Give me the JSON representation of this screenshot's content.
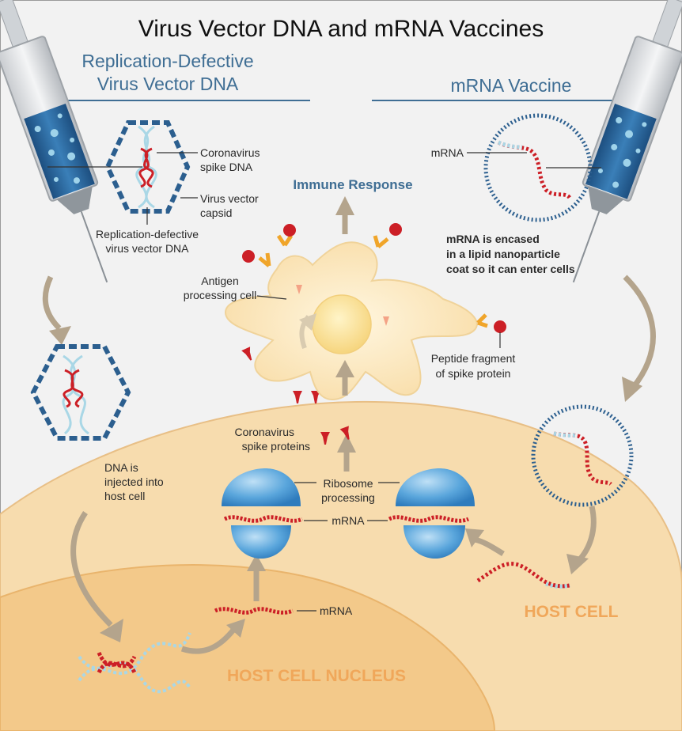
{
  "title": "Virus Vector DNA and mRNA Vaccines",
  "left_section": {
    "heading_line1": "Replication-Defective",
    "heading_line2": "Virus Vector DNA",
    "spike_dna_line1": "Coronavirus",
    "spike_dna_line2": "spike DNA",
    "capsid_line1": "Virus vector",
    "capsid_line2": "capsid",
    "vector_dna_line1": "Replication-defective",
    "vector_dna_line2": "virus vector DNA",
    "injected_line1": "DNA is",
    "injected_line2": "injected into",
    "injected_line3": "host cell"
  },
  "right_section": {
    "heading": "mRNA Vaccine",
    "mrna_label": "mRNA",
    "encased_line1": "mRNA is encased",
    "encased_line2": "in a lipid nanoparticle",
    "encased_line3": "coat so it can enter cells"
  },
  "center": {
    "immune_response": "Immune Response",
    "apc_line1": "Antigen",
    "apc_line2": "processing cell",
    "peptide_line1": "Peptide fragment",
    "peptide_line2": "of spike protein",
    "spike_proteins_line1": "Coronavirus",
    "spike_proteins_line2": "spike proteins",
    "ribosome_line1": "Ribosome",
    "ribosome_line2": "processing",
    "ribosome_mrna": "mRNA",
    "nucleus_mrna": "mRNA"
  },
  "regions": {
    "host_cell": "HOST CELL",
    "host_cell_nucleus": "HOST CELL NUCLEUS"
  },
  "colors": {
    "title": "#111111",
    "heading": "#3f6e94",
    "cell": "#f6d9a8",
    "nucleus": "#f3c98a",
    "region_label": "#f0a75a",
    "spike_red": "#cc1f26",
    "nucleotide_blue": "#9fd3e3",
    "capsid_blue": "#2c5f8f",
    "ribosome_blue": "#5aa6dc",
    "arrow": "#b4a48c"
  }
}
